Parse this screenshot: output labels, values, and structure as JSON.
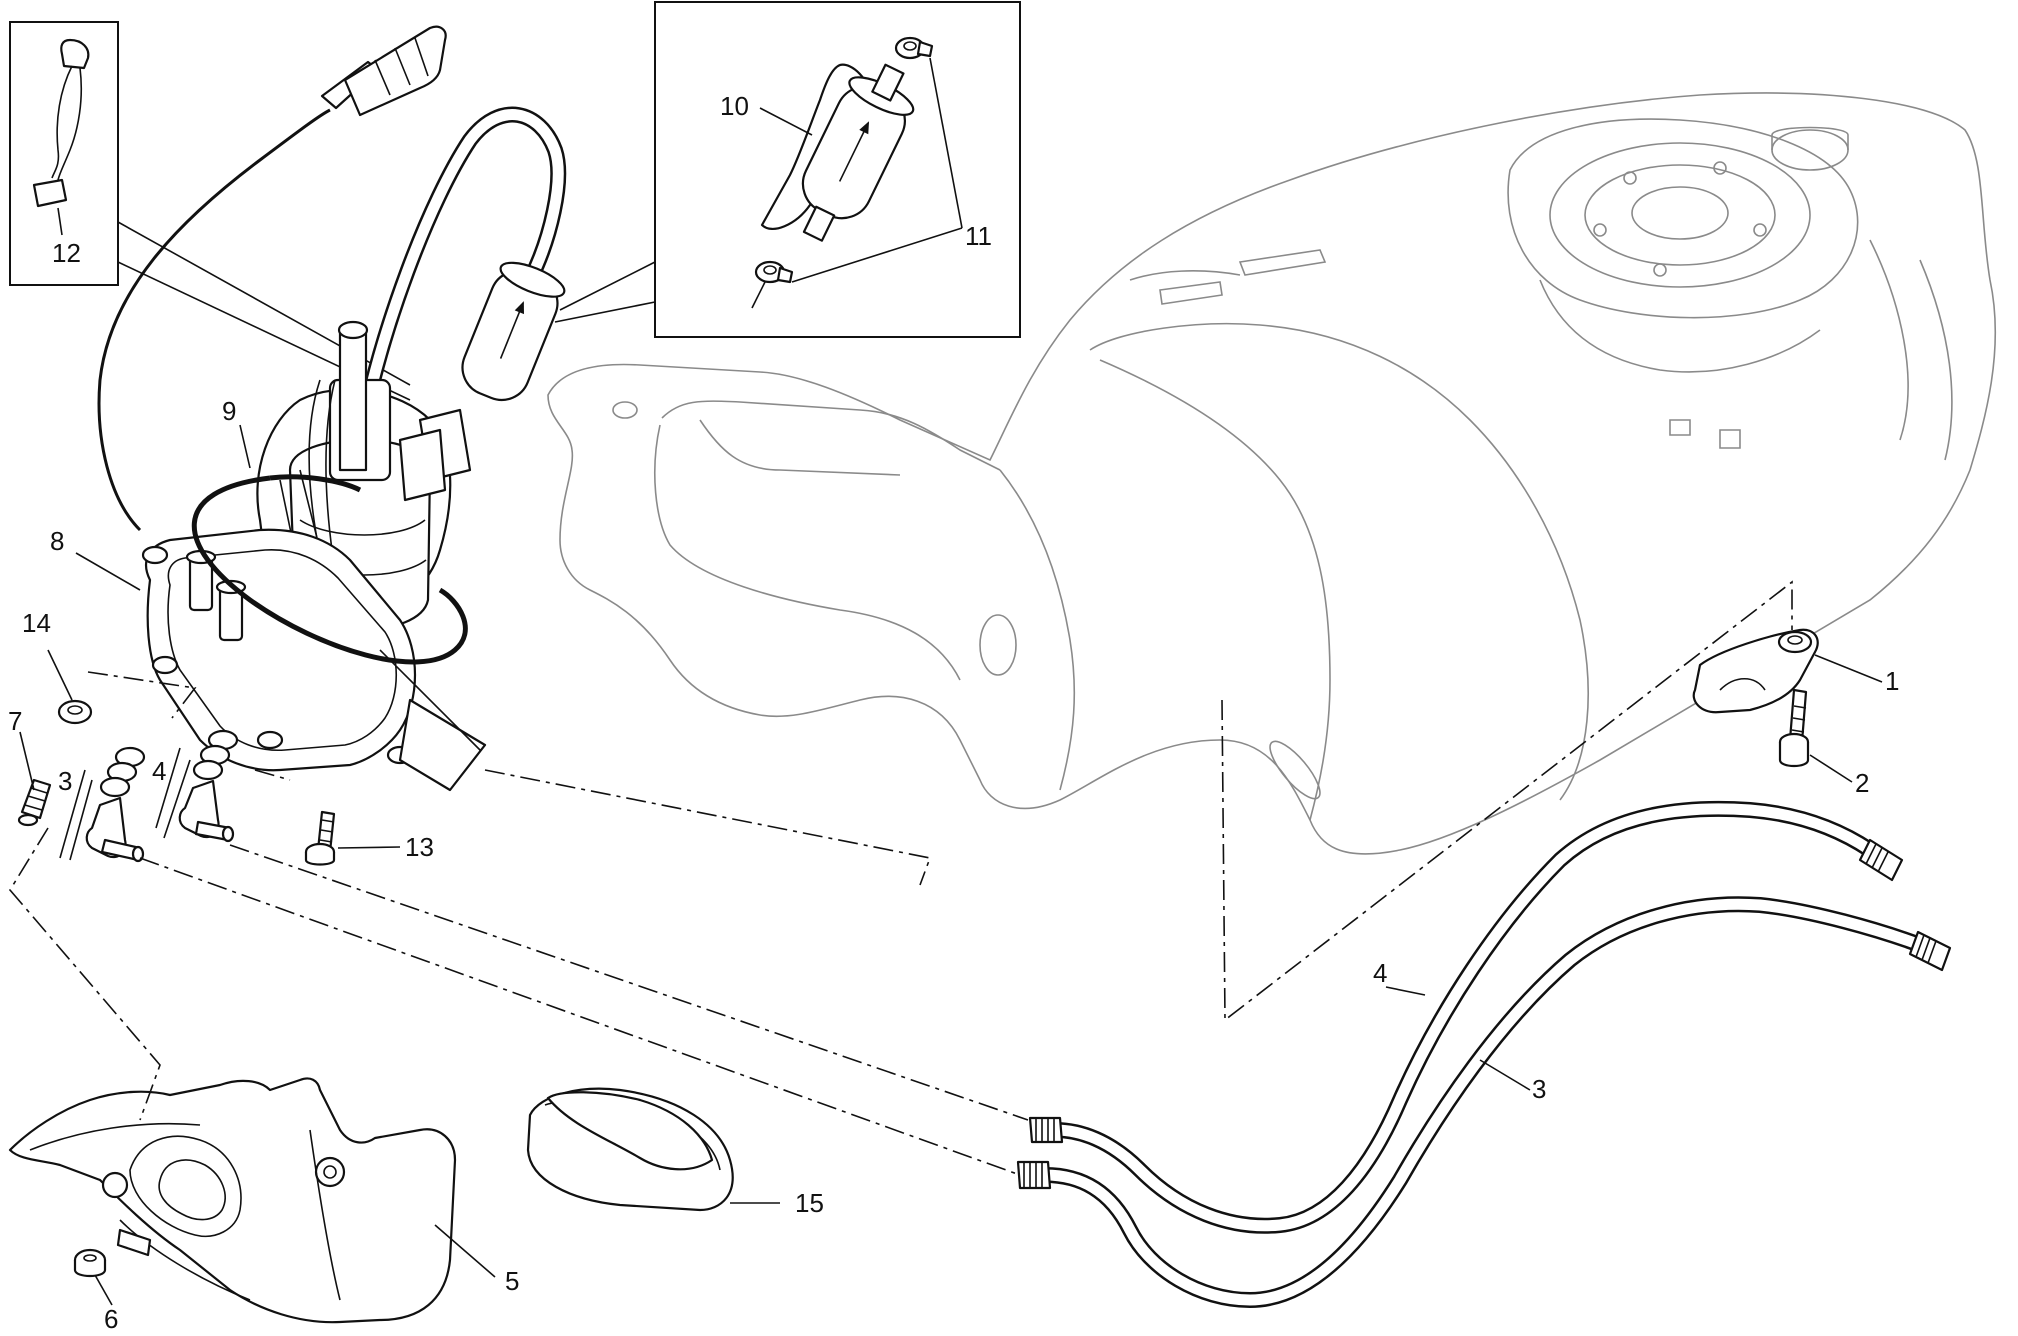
{
  "callouts": [
    {
      "id": "c1",
      "label": "1"
    },
    {
      "id": "c2",
      "label": "2"
    },
    {
      "id": "c3a",
      "label": "3"
    },
    {
      "id": "c3b",
      "label": "3"
    },
    {
      "id": "c4a",
      "label": "4"
    },
    {
      "id": "c4b",
      "label": "4"
    },
    {
      "id": "c5",
      "label": "5"
    },
    {
      "id": "c6",
      "label": "6"
    },
    {
      "id": "c7",
      "label": "7"
    },
    {
      "id": "c8",
      "label": "8"
    },
    {
      "id": "c9",
      "label": "9"
    },
    {
      "id": "c10",
      "label": "10"
    },
    {
      "id": "c11",
      "label": "11"
    },
    {
      "id": "c12",
      "label": "12"
    },
    {
      "id": "c13",
      "label": "13"
    },
    {
      "id": "c14",
      "label": "14"
    },
    {
      "id": "c15",
      "label": "15"
    }
  ],
  "colors": {
    "line": "#111111",
    "ghost": "#8a8a8a",
    "background": "#ffffff"
  }
}
